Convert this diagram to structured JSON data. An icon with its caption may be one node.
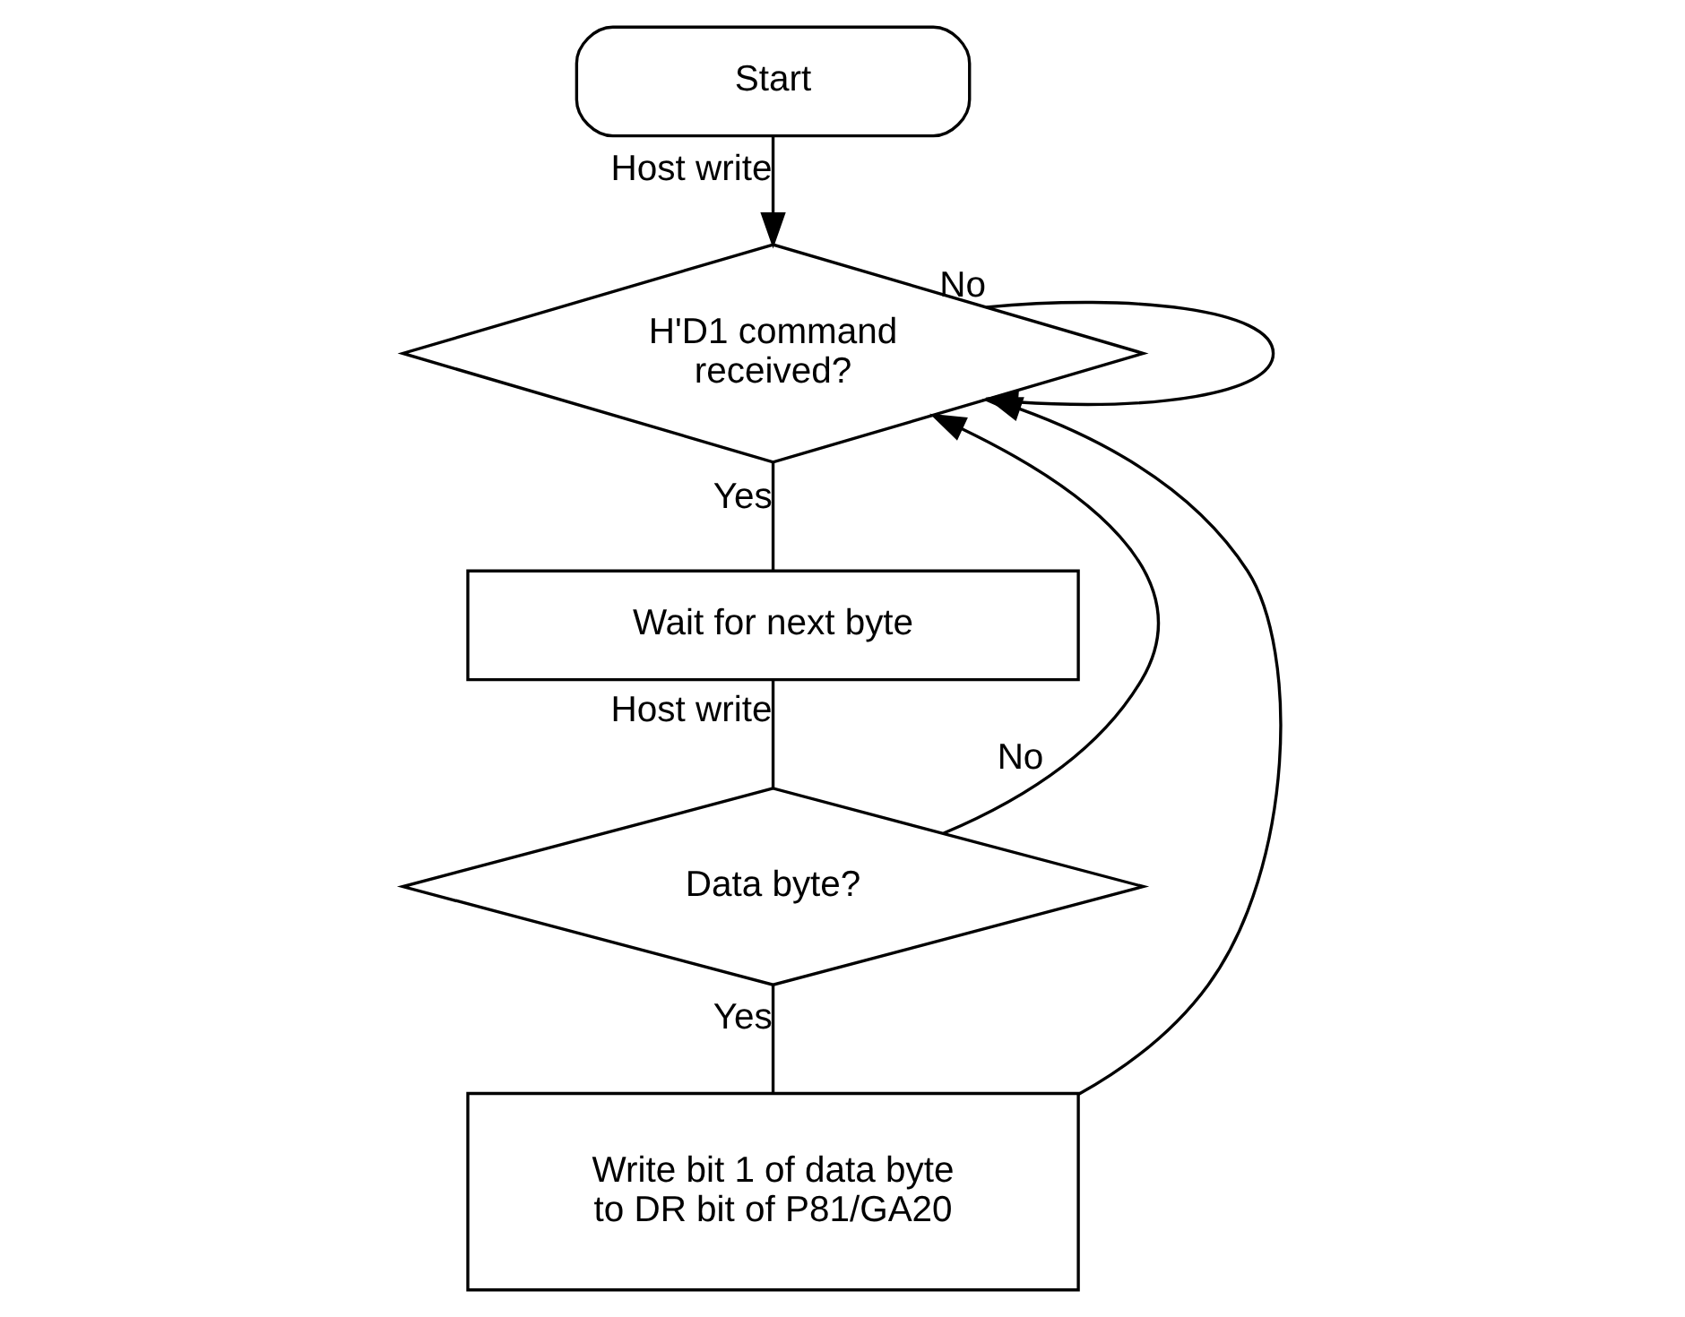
{
  "diagram": {
    "nodes": [
      {
        "text": [
          "Start"
        ]
      },
      {
        "text": [
          "H'D1 command received?"
        ]
      },
      {
        "text": [
          "Wait for next byte"
        ]
      },
      {
        "text": [
          "Data byte?"
        ]
      },
      {
        "text": [
          "Write bit 1 of data byte to DR bit of P81/GA20"
        ]
      }
    ],
    "edges": [
      {
        "from": 0,
        "to": 1,
        "arrow": "to",
        "label": "Host write"
      },
      {
        "from": 1,
        "to": 1,
        "arrow": "to",
        "label": "No"
      },
      {
        "from": 1,
        "to": 2,
        "arrow": "none",
        "label": "Yes"
      },
      {
        "from": 2,
        "to": 3,
        "arrow": "none",
        "label": "Host write"
      },
      {
        "from": 3,
        "to": 1,
        "arrow": "to",
        "label": "No"
      },
      {
        "from": 3,
        "to": 4,
        "arrow": "none",
        "label": "Yes"
      },
      {
        "from": 4,
        "to": 1,
        "arrow": "to"
      }
    ]
  }
}
